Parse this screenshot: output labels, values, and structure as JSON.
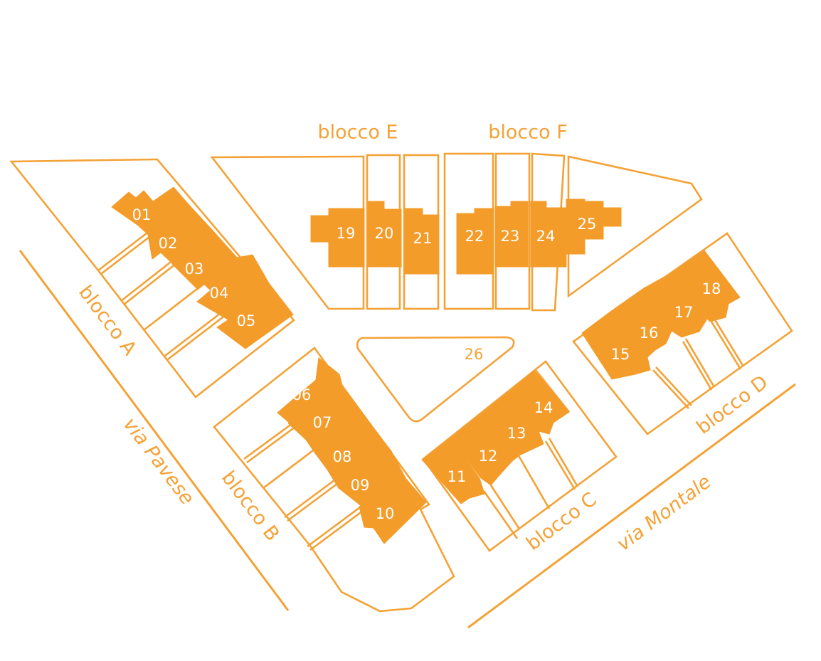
{
  "map": {
    "blocks": {
      "a": "blocco A",
      "b": "blocco B",
      "c": "blocco C",
      "d": "blocco D",
      "e": "blocco E",
      "f": "blocco F"
    },
    "streets": {
      "west": "via Pavese",
      "south": "via Montale"
    },
    "lots": [
      "01",
      "02",
      "03",
      "04",
      "05",
      "06",
      "07",
      "08",
      "09",
      "10",
      "11",
      "12",
      "13",
      "14",
      "15",
      "16",
      "17",
      "18",
      "19",
      "20",
      "21",
      "22",
      "23",
      "24",
      "25",
      "26"
    ],
    "colors": {
      "accent": "#f39c2a",
      "background": "#ffffff"
    }
  }
}
